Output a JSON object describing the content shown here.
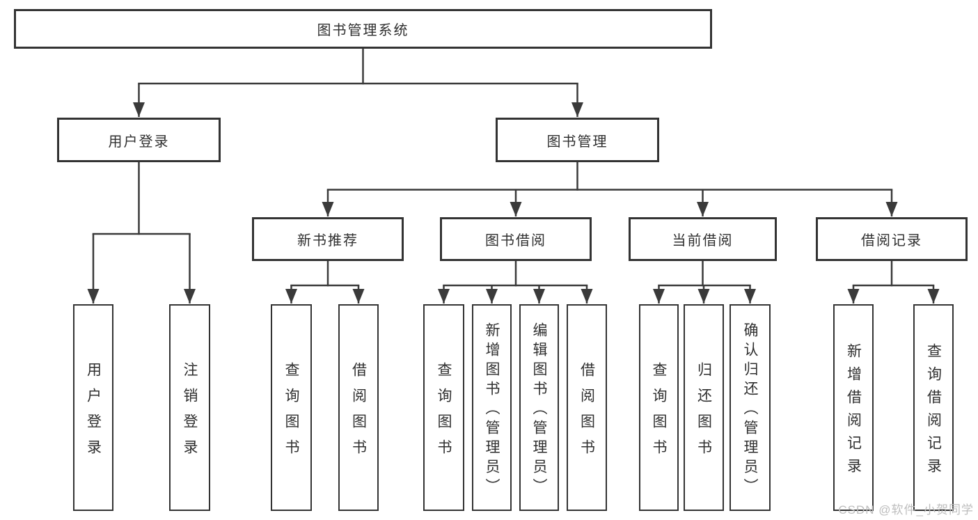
{
  "diagram": {
    "title": "图书管理系统",
    "tree": {
      "label": "图书管理系统",
      "children": [
        {
          "label": "用户登录",
          "children": [
            {
              "label": "用户登录"
            },
            {
              "label": "注销登录"
            }
          ]
        },
        {
          "label": "图书管理",
          "children": [
            {
              "label": "新书推荐",
              "children": [
                {
                  "label": "查询图书"
                },
                {
                  "label": "借阅图书"
                }
              ]
            },
            {
              "label": "图书借阅",
              "children": [
                {
                  "label": "查询图书"
                },
                {
                  "label": "新增图书（管理员）"
                },
                {
                  "label": "编辑图书（管理员）"
                },
                {
                  "label": "借阅图书"
                }
              ]
            },
            {
              "label": "当前借阅",
              "children": [
                {
                  "label": "查询图书"
                },
                {
                  "label": "归还图书"
                },
                {
                  "label": "确认归还（管理员）"
                }
              ]
            },
            {
              "label": "借阅记录",
              "children": [
                {
                  "label": "新增借阅记录"
                },
                {
                  "label": "查询借阅记录"
                }
              ]
            }
          ]
        }
      ]
    },
    "watermark": "CSDN @软件_小贺同学",
    "colors": {
      "line": "#3a3a3a",
      "border": "#333333",
      "text": "#2f2f2f",
      "background": "#ffffff",
      "watermark": "#bdbdbd"
    }
  }
}
